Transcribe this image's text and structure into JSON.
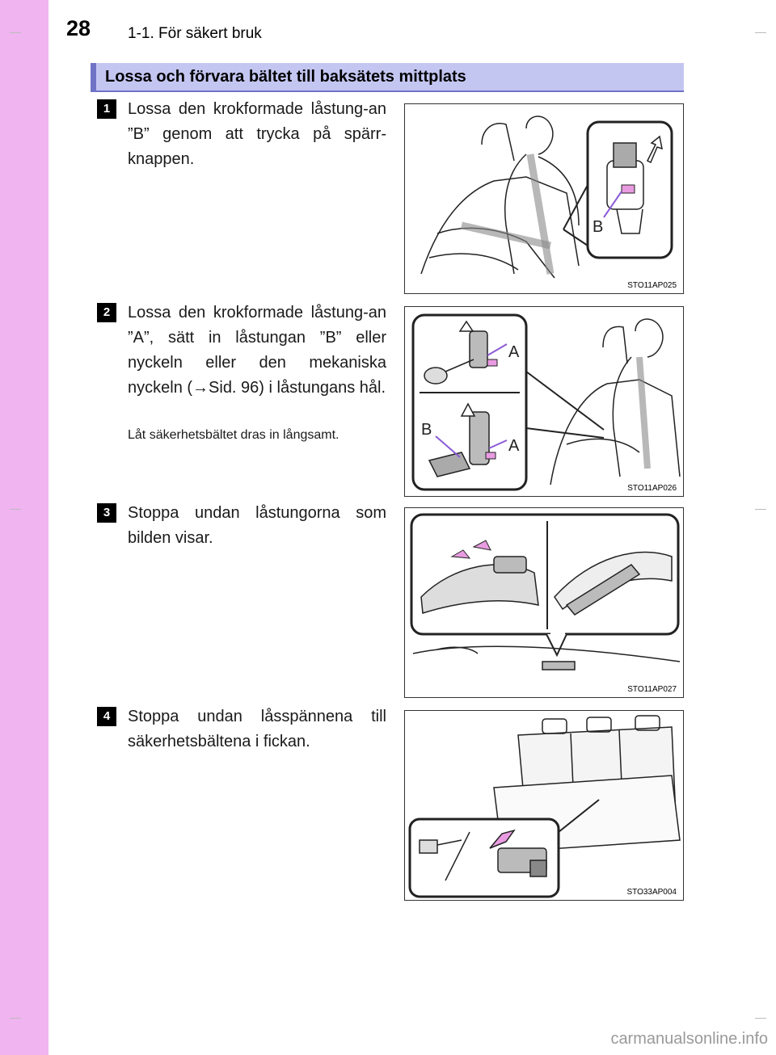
{
  "header": {
    "page_number": "28",
    "chapter": "1-1. För säkert bruk"
  },
  "section": {
    "title": "Lossa och förvara bältet till baksätets mittplats"
  },
  "steps": [
    {
      "number": "1",
      "text": "Lossa den krokformade låstung-an ”B” genom att trycka på spärr-knappen.",
      "figure": {
        "code": "STO11AP025",
        "labels": [
          "B"
        ]
      }
    },
    {
      "number": "2",
      "text": "Lossa den krokformade låstung-an ”A”, sätt in låstungan ”B” eller nyckeln eller den mekaniska nyckeln (→Sid. 96) i låstungans hål.",
      "note": "Låt säkerhetsbältet dras in långsamt.",
      "figure": {
        "code": "STO11AP026",
        "labels": [
          "A",
          "B",
          "A"
        ]
      }
    },
    {
      "number": "3",
      "text": "Stoppa undan låstungorna som bilden visar.",
      "figure": {
        "code": "STO11AP027"
      }
    },
    {
      "number": "4",
      "text": "Stoppa undan låsspännena till säkerhetsbältena i fickan.",
      "figure": {
        "code": "STO33AP004"
      }
    }
  ],
  "watermark": "carmanualsonline.info",
  "colors": {
    "sidebar": "#f0b4f0",
    "banner": "#c4c6f2",
    "banner_accent": "#6e73c6",
    "highlight": "#e89be0"
  }
}
